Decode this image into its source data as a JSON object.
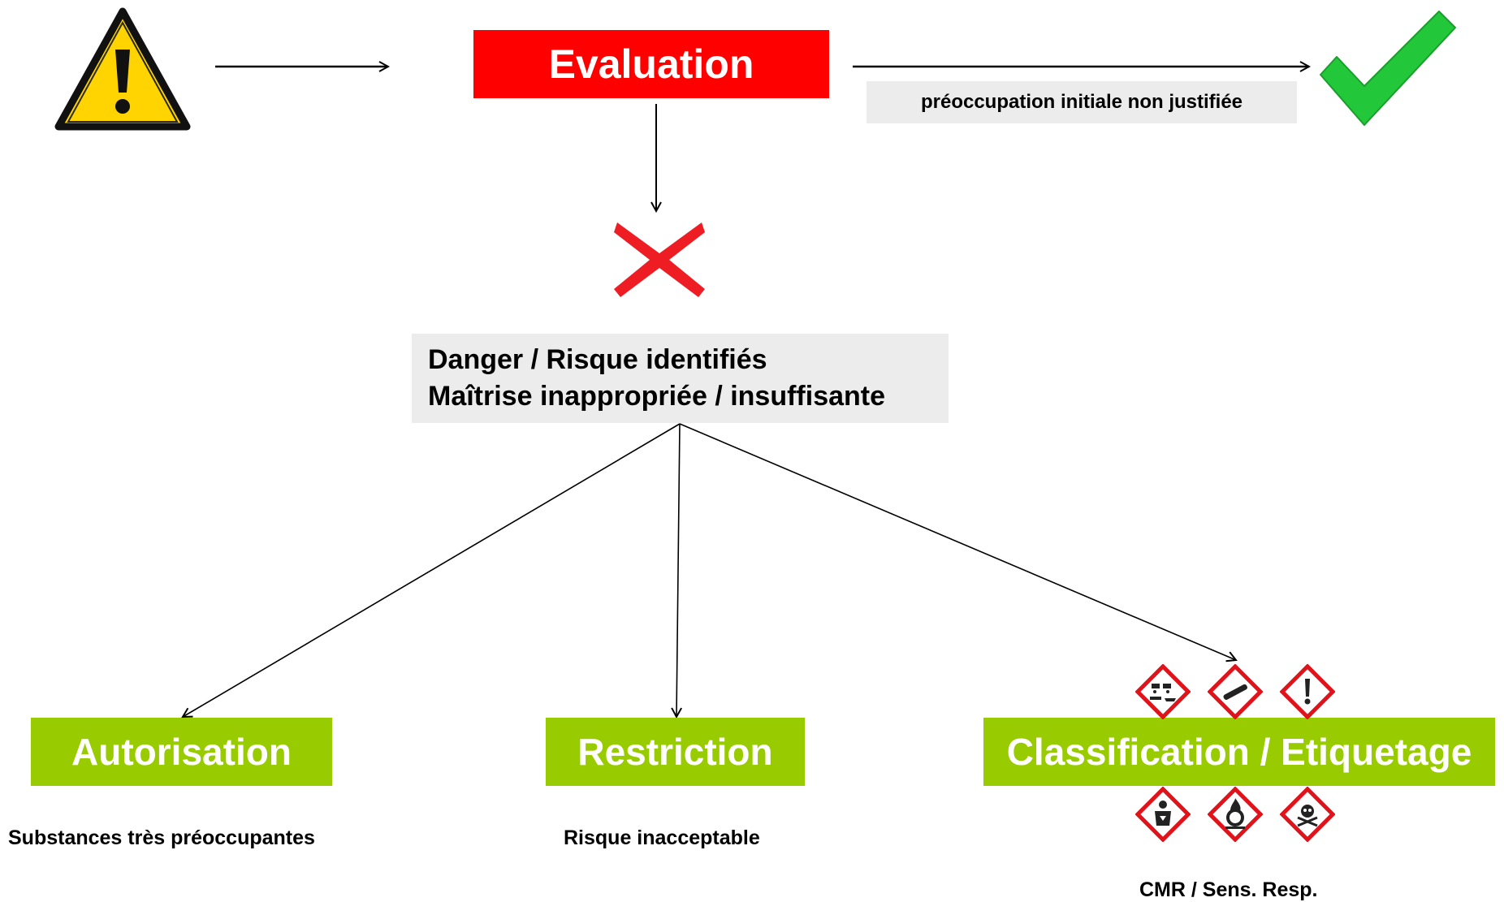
{
  "colors": {
    "red": "#ff0000",
    "green_box": "#99cc00",
    "gray_box": "#ececec",
    "check": "#22c83a",
    "warning_yellow": "#ffd400"
  },
  "icons": {
    "start": "warning-icon",
    "pass": "checkmark-icon",
    "fail": "cross-icon",
    "pictograms_top": [
      "corrosive-pictogram",
      "gas-cylinder-pictogram",
      "exclamation-pictogram"
    ],
    "pictograms_bottom": [
      "health-hazard-pictogram",
      "oxidizer-pictogram",
      "skull-pictogram"
    ]
  },
  "evaluation": {
    "label": "Evaluation"
  },
  "not_justified": {
    "label": "préoccupation initiale non justifiée"
  },
  "identified": {
    "line1": "Danger / Risque identifiés",
    "line2": "Maîtrise inappropriée / insuffisante"
  },
  "outcomes": [
    {
      "label": "Autorisation",
      "caption": "Substances très préoccupantes"
    },
    {
      "label": "Restriction",
      "caption": "Risque inacceptable"
    },
    {
      "label": "Classification / Etiquetage",
      "caption": "CMR / Sens. Resp."
    }
  ]
}
